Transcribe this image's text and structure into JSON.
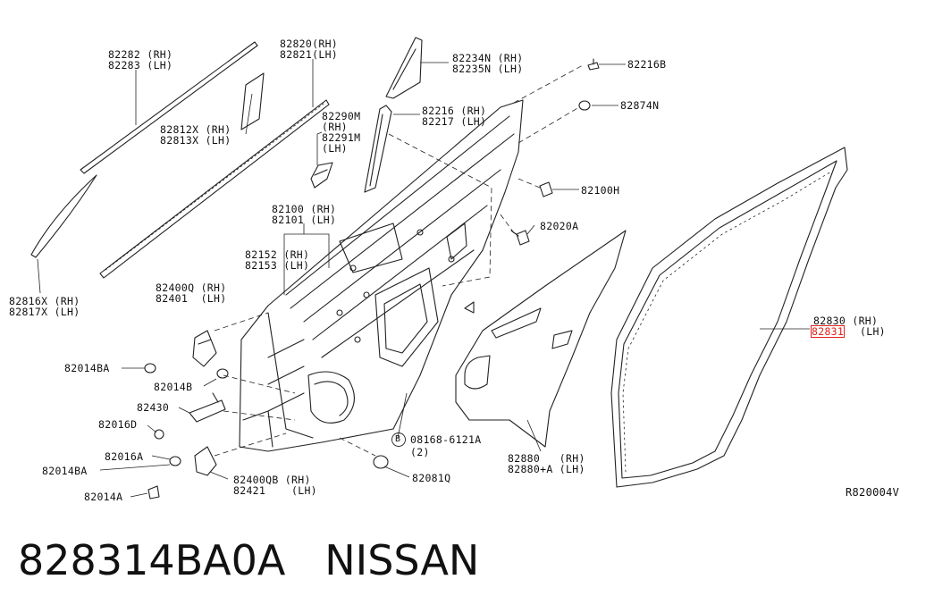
{
  "labels": {
    "l82282": "82282 (RH)",
    "l82283": "82283 (LH)",
    "l82820": "82820(RH)",
    "l82821": "82821(LH)",
    "l82234n": "82234N (RH)",
    "l82235n": "82235N (LH)",
    "l82216b": "82216B",
    "l82812x": "82812X (RH)",
    "l82813x": "82813X (LH)",
    "l82290m": "82290M",
    "l82290m_rh": "(RH)",
    "l82291m": "82291M",
    "l82291m_lh": "(LH)",
    "l82216": "82216 (RH)",
    "l82217": "82217 (LH)",
    "l82874n": "82874N",
    "l82100h": "82100H",
    "l82100": "82100 (RH)",
    "l82101": "82101 (LH)",
    "l82020a": "82020A",
    "l82152": "82152 (RH)",
    "l82153": "82153 (LH)",
    "l82816x": "82816X (RH)",
    "l82817x": "82817X (LH)",
    "l82400q": "82400Q (RH)",
    "l82401": "82401  (LH)",
    "l82830_rh": "82830 (RH)",
    "l82831_num": "82831",
    "l82831_lh": "(LH)",
    "l82014ba_1": "82014BA",
    "l82014b": "82014B",
    "l82430": "82430",
    "l82016d": "82016D",
    "l82016a": "82016A",
    "l82014ba_2": "82014BA",
    "l82014a": "82014A",
    "l82400qb": "82400QB (RH)",
    "l82421": "82421    (LH)",
    "l08168_b": "B",
    "l08168": "08168-6121A",
    "l08168_qty": "(2)",
    "l82081q": "82081Q",
    "l82880": "82880   (RH)",
    "l82880a": "82880+A (LH)"
  },
  "drawing_code": "R820004V",
  "footer": {
    "part_number": "828314BA0A",
    "brand": "NISSAN"
  },
  "highlight_color": "#e0201a"
}
